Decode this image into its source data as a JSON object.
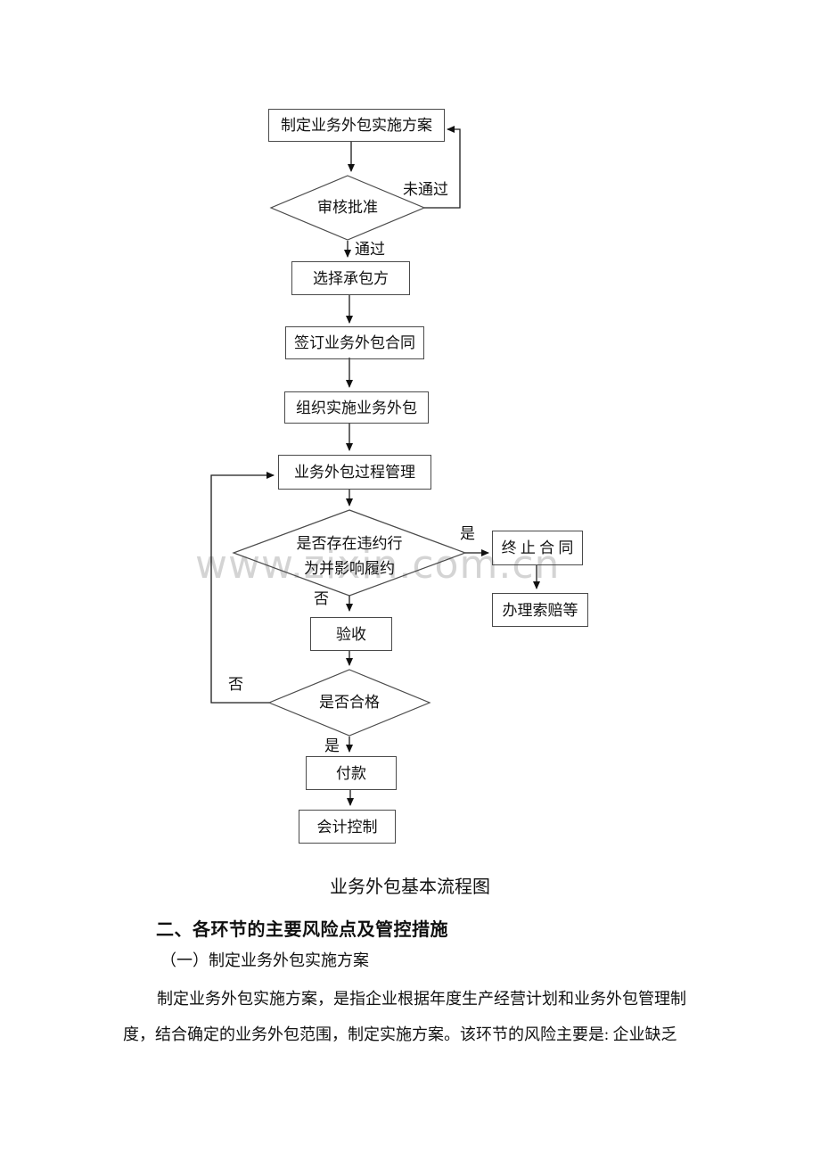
{
  "flowchart": {
    "nodes": {
      "plan": "制定业务外包实施方案",
      "review": "审核批准",
      "select_contractor": "选择承包方",
      "sign_contract": "签订业务外包合同",
      "organize": "组织实施业务外包",
      "process_mgmt": "业务外包过程管理",
      "breach_line1": "是否存在违约行",
      "breach_line2": "为并影响履约",
      "terminate_contract": "终 止 合 同",
      "claims": "办理索赔等",
      "acceptance": "验收",
      "qualified_check": "是否合格",
      "payment": "付款",
      "accounting_control": "会计控制"
    },
    "edge_labels": {
      "not_passed": "未通过",
      "passed": "通过",
      "breach_yes": "是",
      "breach_no": "否",
      "qualified_no": "否",
      "qualified_yes": "是"
    },
    "caption": "业务外包基本流程图"
  },
  "watermark": {
    "text": "www.zixin.com.cn",
    "color": "#d4d4d4"
  },
  "document": {
    "section_heading": "二、各环节的主要风险点及管控措施",
    "sub_heading": "（一）制定业务外包实施方案",
    "paragraph_lines": [
      "制定业务外包实施方案，是指企业根据年度生产经营计划和业务外包管理制",
      "度，结合确定的业务外包范围，制定实施方案。该环节的风险主要是: 企业缺乏"
    ]
  },
  "colors": {
    "box_border": "#4a4a4a",
    "connector": "#1a1a1a",
    "text": "#111111",
    "watermark": "#d4d4d4",
    "background": "#ffffff"
  }
}
